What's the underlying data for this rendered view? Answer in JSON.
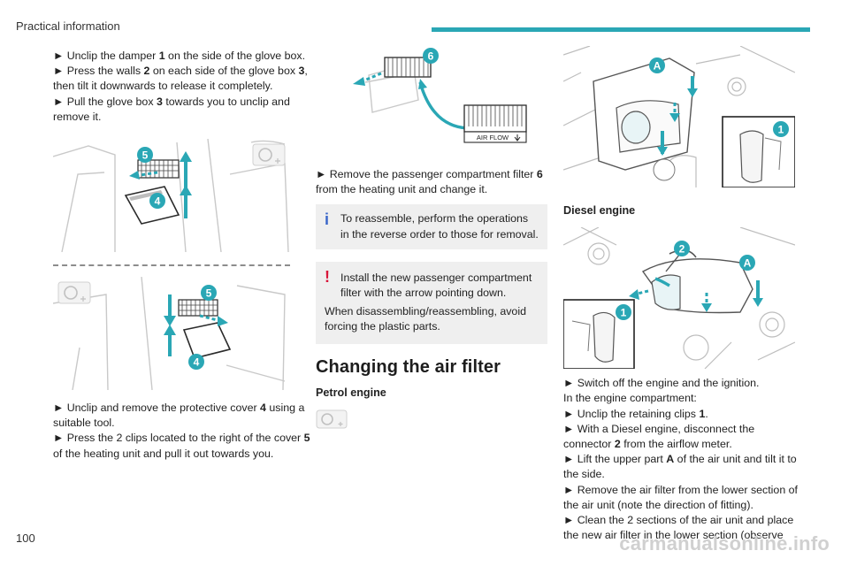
{
  "header": {
    "section_title": "Practical information",
    "accent_color": "#2aa7b5"
  },
  "page_number": "100",
  "watermark": "carmanualsonline.info",
  "left_column": {
    "paragraphs": [
      [
        "► Unclip the damper ",
        "1",
        " on the side of the glove box."
      ],
      [
        "► Press the walls ",
        "2",
        " on each side of the glove box ",
        "3",
        ", then tilt it downwards to release it completely."
      ],
      [
        "► Pull the glove box ",
        "3",
        " towards you to unclip and remove it."
      ]
    ],
    "figure_a": {
      "label_5": "5",
      "label_4": "4"
    },
    "figure_b": {
      "label_5": "5",
      "label_4": "4"
    },
    "paragraphs_after": [
      [
        "► Unclip and remove the protective cover ",
        "4",
        " using a suitable tool."
      ],
      [
        "► Press the 2 clips located to the right of the cover ",
        "5",
        " of the heating unit and pull it out towards you."
      ]
    ]
  },
  "middle_column": {
    "figure": {
      "label_6": "6",
      "airflow_text": "AIR FLOW"
    },
    "paragraph": [
      "► Remove the passenger compartment filter ",
      "6",
      " from the heating unit and change it."
    ],
    "info_note": "To reassemble, perform the operations in the reverse order to those for removal.",
    "warning_note": "Install the new passenger compartment filter with the arrow pointing down.",
    "warning_extra": "When disassembling/reassembling, avoid forcing the plastic parts.",
    "section_heading": "Changing the air filter",
    "subheading": "Petrol engine",
    "info_color": "#3a66c9",
    "warning_color": "#d8163a"
  },
  "right_column": {
    "petrol_figure": {
      "label_a": "A",
      "label_1": "1"
    },
    "diesel_heading": "Diesel engine",
    "diesel_figure": {
      "label_2": "2",
      "label_a": "A",
      "label_1": "1"
    },
    "paragraphs": [
      [
        "► Switch off the engine and the ignition."
      ],
      [
        "In the engine compartment:"
      ],
      [
        "► Unclip the retaining clips ",
        "1",
        "."
      ],
      [
        "► With a Diesel engine, disconnect the connector ",
        "2",
        " from the airflow meter."
      ],
      [
        "► Lift the upper part ",
        "A",
        " of the air unit and tilt it to the side."
      ],
      [
        "► Remove the air filter from the lower section of the air unit (note the direction of fitting)."
      ],
      [
        "► Clean the 2 sections of the air unit and place the new air filter in the lower section (observe"
      ]
    ]
  }
}
